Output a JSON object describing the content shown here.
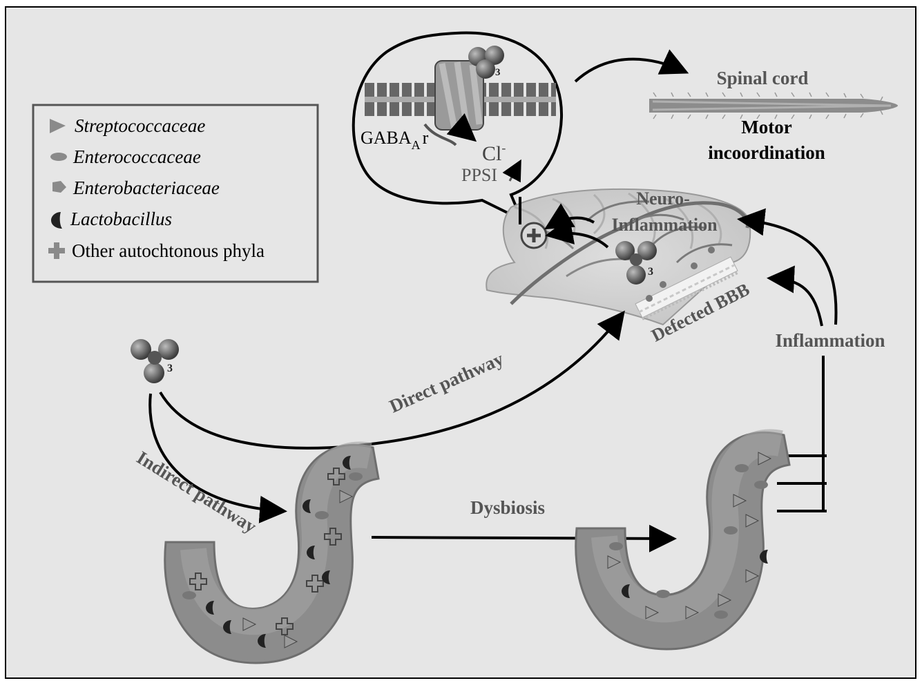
{
  "legend": {
    "items": [
      {
        "label": "Streptococcaceae",
        "italic": true,
        "icon": "triangle-icon"
      },
      {
        "label": "Enterococcaceae",
        "italic": true,
        "icon": "ellipse-icon"
      },
      {
        "label": "Enterobacteriaceae",
        "italic": true,
        "icon": "pentagon-icon"
      },
      {
        "label": "Lactobacillus",
        "italic": true,
        "icon": "heart-icon"
      },
      {
        "label": "Other autochtonous phyla",
        "italic": false,
        "icon": "cross-icon"
      }
    ]
  },
  "bubble": {
    "gaba_main": "GABA",
    "gaba_sub": "A",
    "gaba_suffix": "r",
    "cl": "Cl",
    "cl_sup": "-",
    "ppsi": "PPSI",
    "nh3_sub": "3"
  },
  "labels": {
    "spinal_cord": "Spinal cord",
    "motor": "Motor",
    "incoordination": "incoordination",
    "neuro": "Neuro-",
    "inflammation_brain": "Inflammation",
    "defected_bbb": "Defected BBB",
    "inflammation": "Inflammation",
    "direct_pathway": "Direct pathway",
    "indirect_pathway": "Indirect pathway",
    "dysbiosis": "Dysbiosis",
    "nh3_sub": "3"
  },
  "colors": {
    "background": "#e6e6e6",
    "frame": "#000000",
    "arrow": "#000000",
    "label_gray": "#5c5c5c",
    "gut_fill": "#8c8c8c",
    "molecule": "#555555"
  }
}
